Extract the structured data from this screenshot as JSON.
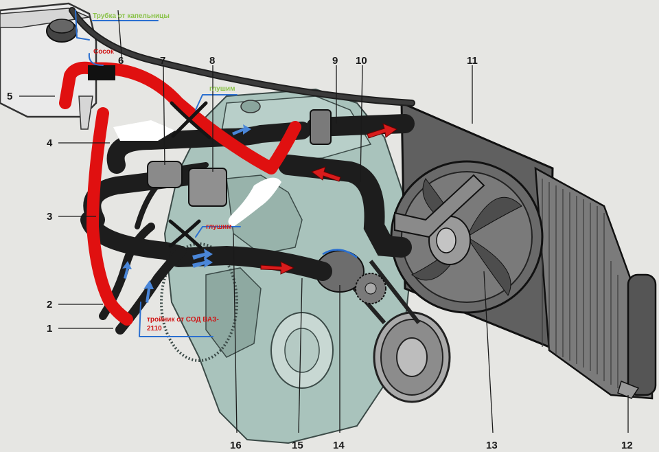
{
  "callouts": [
    {
      "id": "1",
      "label": "1"
    },
    {
      "id": "2",
      "label": "2"
    },
    {
      "id": "3",
      "label": "3"
    },
    {
      "id": "4",
      "label": "4"
    },
    {
      "id": "5",
      "label": "5"
    },
    {
      "id": "6",
      "label": "6"
    },
    {
      "id": "7",
      "label": "7"
    },
    {
      "id": "8",
      "label": "8"
    },
    {
      "id": "9",
      "label": "9"
    },
    {
      "id": "10",
      "label": "10"
    },
    {
      "id": "11",
      "label": "11"
    },
    {
      "id": "12",
      "label": "12"
    },
    {
      "id": "13",
      "label": "13"
    },
    {
      "id": "14",
      "label": "14"
    },
    {
      "id": "15",
      "label": "15"
    },
    {
      "id": "16",
      "label": "16"
    }
  ],
  "annotations": {
    "drip_tube": "Трубка от капельницы",
    "nipple": "Сосок",
    "plug_top": "глушим",
    "plug_mid": "глушим",
    "tee_line1": "тройник от СОД ВАЗ-",
    "tee_line2": "2110"
  },
  "colors": {
    "hose": "#2a2a2a",
    "engine": "#9fbcb4",
    "radiator": "#555555",
    "marker_red": "#e01010",
    "marker_blue": "#2a6fd0",
    "flow_arrow": "#d81c1c",
    "note_green": "#8bc34a"
  }
}
